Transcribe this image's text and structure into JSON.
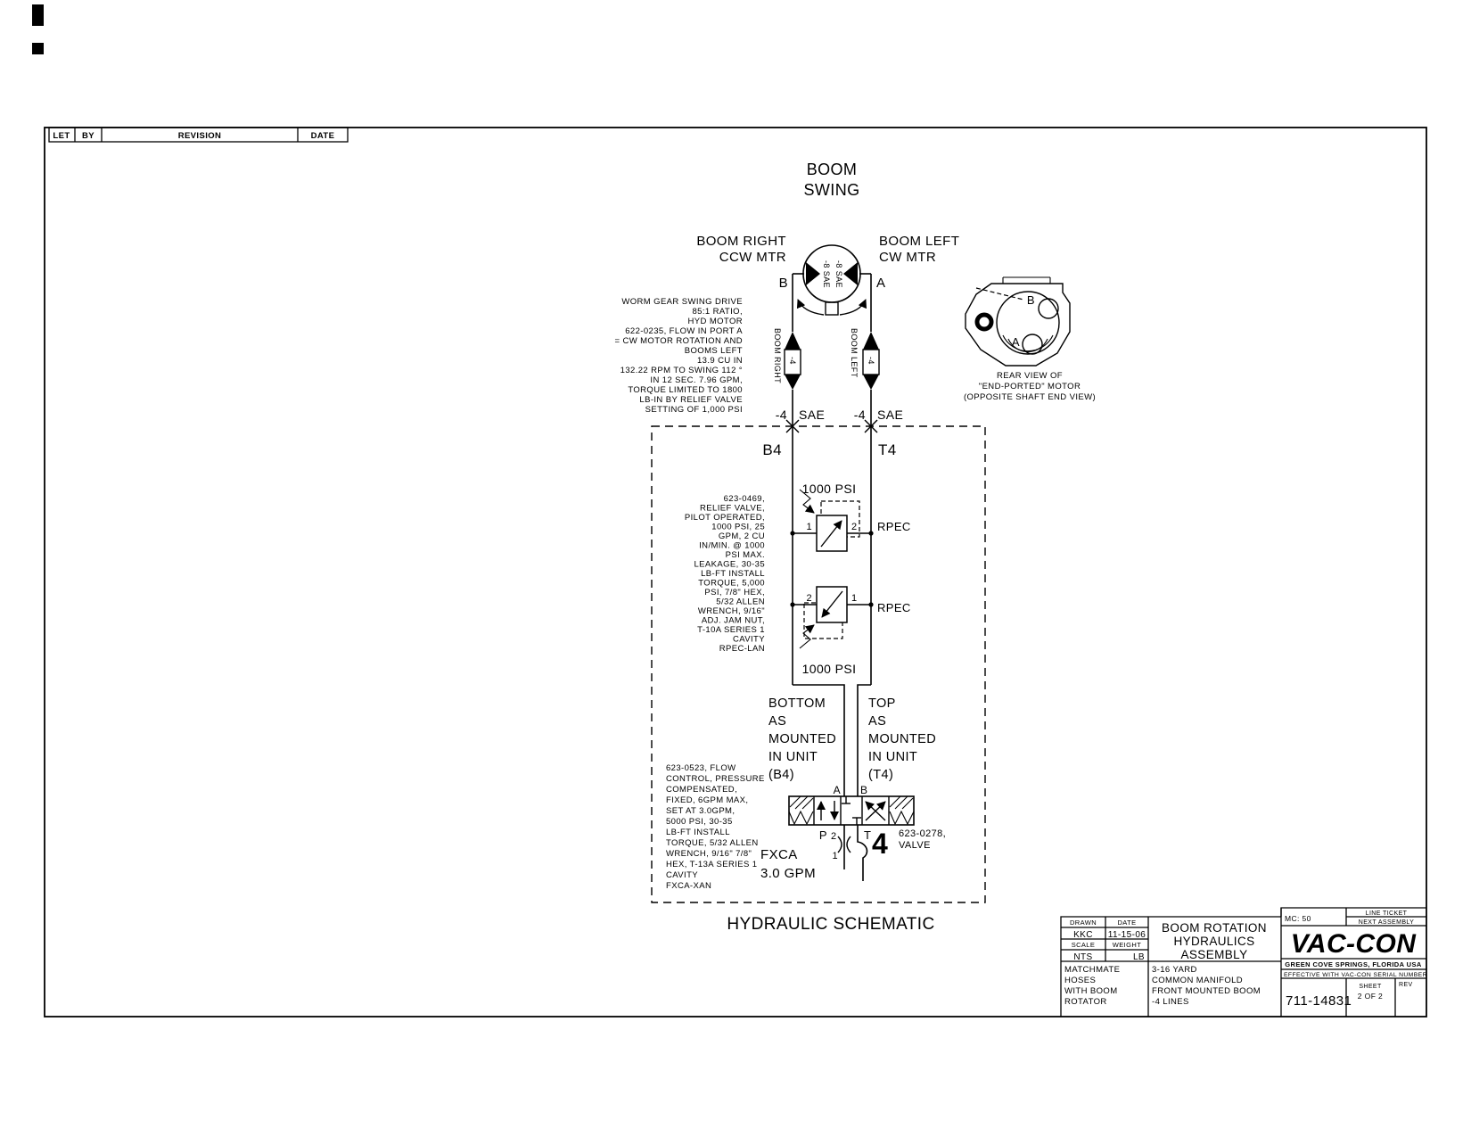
{
  "revision_table": {
    "let": "LET",
    "by": "BY",
    "revision": "REVISION",
    "date": "DATE"
  },
  "boom_swing_title": {
    "line1": "BOOM",
    "line2": "SWING"
  },
  "swing_motor": {
    "left_label1": "BOOM RIGHT",
    "left_label2": "CCW MTR",
    "left_port": "B",
    "right_label1": "BOOM LEFT",
    "right_label2": "CW MTR",
    "right_port": "A",
    "port_size_left": "-8 SAE",
    "port_size_right": "-8 SAE"
  },
  "hoses": {
    "left_label": "BOOM RIGHT",
    "right_label": "BOOM LEFT",
    "left_size": "-4",
    "right_size": "-4"
  },
  "bulkhead": {
    "left_dash": "-4",
    "left_sae": "SAE",
    "right_dash": "-4",
    "right_sae": "SAE"
  },
  "notes": {
    "worm_gear": [
      "WORM GEAR SWING DRIVE",
      "85:1 RATIO,",
      "HYD MOTOR",
      "622-0235, FLOW IN PORT A",
      "= CW MOTOR ROTATION AND",
      "BOOMS LEFT",
      "13.9 CU IN",
      "132.22 RPM TO SWING 112 °",
      "IN 12 SEC. 7.96 GPM,",
      "TORQUE LIMITED TO 1800",
      "LB-IN BY RELIEF VALVE",
      "SETTING OF 1,000 PSI"
    ],
    "relief_valve": [
      "623-0469,",
      "RELIEF VALVE,",
      "PILOT OPERATED,",
      "1000 PSI, 25",
      "GPM, 2 CU",
      "IN/MIN. @ 1000",
      "PSI MAX.",
      "LEAKAGE, 30-35",
      "LB-FT INSTALL",
      "TORQUE, 5,000",
      "PSI, 7/8\" HEX,",
      "5/32 ALLEN",
      "WRENCH, 9/16\"",
      "ADJ. JAM NUT,",
      "T-10A SERIES 1",
      "CAVITY",
      "RPEC-LAN"
    ],
    "flow_control": [
      "623-0523, FLOW",
      "CONTROL, PRESSURE",
      "COMPENSATED,",
      "FIXED, 6GPM MAX,",
      "SET AT 3.0GPM,",
      "5000 PSI, 30-35",
      "LB-FT INSTALL",
      "TORQUE, 5/32 ALLEN",
      "WRENCH, 9/16\" 7/8\"",
      "HEX, T-13A SERIES 1",
      "CAVITY",
      "FXCA-XAN"
    ]
  },
  "rear_view": {
    "caption": [
      "REAR VIEW OF",
      "\"END-PORTED\" MOTOR",
      "(OPPOSITE SHAFT END VIEW)"
    ],
    "port_a": "A",
    "port_b": "B"
  },
  "manifold": {
    "b4": "B4",
    "t4": "T4",
    "relief1": {
      "psi": "1000 PSI",
      "port_in": "1",
      "port_out": "2",
      "cavity": "RPEC"
    },
    "relief2": {
      "psi": "1000 PSI",
      "port_in": "2",
      "port_out": "1",
      "cavity": "RPEC"
    },
    "bottom_label": [
      "BOTTOM",
      "AS",
      "MOUNTED",
      "IN UNIT",
      "(B4)"
    ],
    "top_label": [
      "TOP",
      "AS",
      "MOUNTED",
      "IN UNIT",
      "(T4)"
    ],
    "valve": {
      "a": "A",
      "b": "B",
      "p": "P",
      "t": "T",
      "port2": "2",
      "port1": "1",
      "item": "4",
      "part": "623-0278,",
      "part2": "VALVE",
      "fxca": "FXCA",
      "gpm": "3.0 GPM"
    }
  },
  "schematic_label": "HYDRAULIC SCHEMATIC",
  "title_block": {
    "drawn_label": "DRAWN",
    "drawn": "KKC",
    "date_label": "DATE",
    "date": "11-15-06",
    "scale_label": "SCALE",
    "scale": "NTS",
    "weight_label": "WEIGHT",
    "weight": "LB",
    "title": [
      "BOOM ROTATION",
      "HYDRAULICS",
      "ASSEMBLY"
    ],
    "mc": "MC: 50",
    "line_ticket": "LINE TICKET",
    "next_assembly": "NEXT ASSEMBLY",
    "logo": "VAC-CON",
    "location": "GREEN COVE SPRINGS, FLORIDA USA",
    "effective": "EFFECTIVE WITH VAC-CON SERIAL NUMBER",
    "config": [
      "MATCHMATE",
      "HOSES",
      "WITH BOOM",
      "ROTATOR"
    ],
    "model": [
      "3-16 YARD",
      "COMMON MANIFOLD",
      "FRONT MOUNTED BOOM",
      "-4 LINES"
    ],
    "drawing_number": "711-14831",
    "sheet_label": "SHEET",
    "sheet": "2 OF 2",
    "rev_label": "REV"
  }
}
